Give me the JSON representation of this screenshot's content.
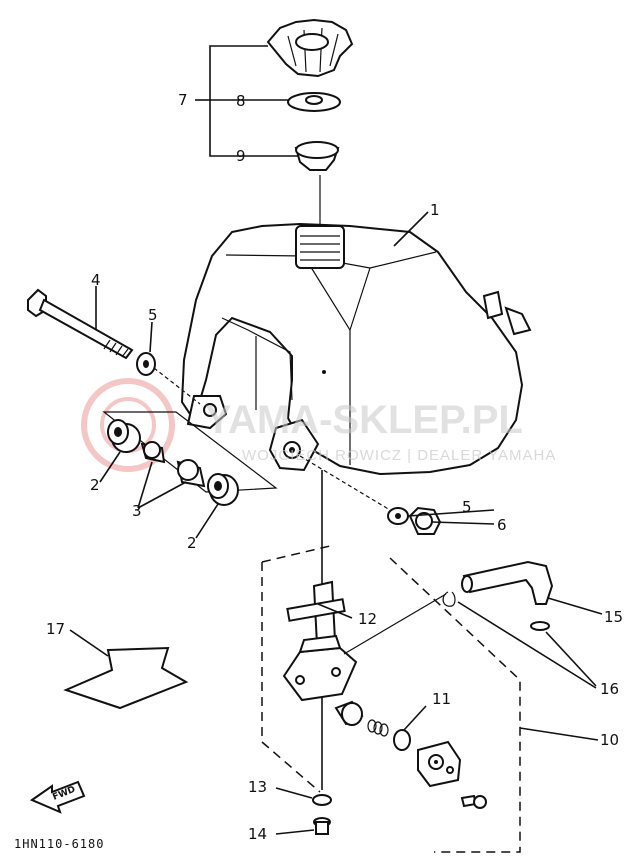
{
  "watermark": {
    "main": "YAMA-SKLEP.PL",
    "sub": "WOJCIECH ROWICZ | DEALER YAMAHA"
  },
  "direction_label": "FWD",
  "diagram_code": "1HN110-6180",
  "callouts": [
    {
      "id": "c1",
      "label": "1"
    },
    {
      "id": "c2a",
      "label": "2"
    },
    {
      "id": "c2b",
      "label": "2"
    },
    {
      "id": "c3",
      "label": "3"
    },
    {
      "id": "c4",
      "label": "4"
    },
    {
      "id": "c5a",
      "label": "5"
    },
    {
      "id": "c5b",
      "label": "5"
    },
    {
      "id": "c6",
      "label": "6"
    },
    {
      "id": "c7",
      "label": "7"
    },
    {
      "id": "c8",
      "label": "8"
    },
    {
      "id": "c9",
      "label": "9"
    },
    {
      "id": "c10",
      "label": "10"
    },
    {
      "id": "c11",
      "label": "11"
    },
    {
      "id": "c12",
      "label": "12"
    },
    {
      "id": "c13",
      "label": "13"
    },
    {
      "id": "c14",
      "label": "14"
    },
    {
      "id": "c15",
      "label": "15"
    },
    {
      "id": "c16",
      "label": "16"
    },
    {
      "id": "c17",
      "label": "17"
    }
  ],
  "colors": {
    "ink": "#111111",
    "watermark_text": "#c9c9c9",
    "watermark_logo": "#f2b8b8"
  }
}
